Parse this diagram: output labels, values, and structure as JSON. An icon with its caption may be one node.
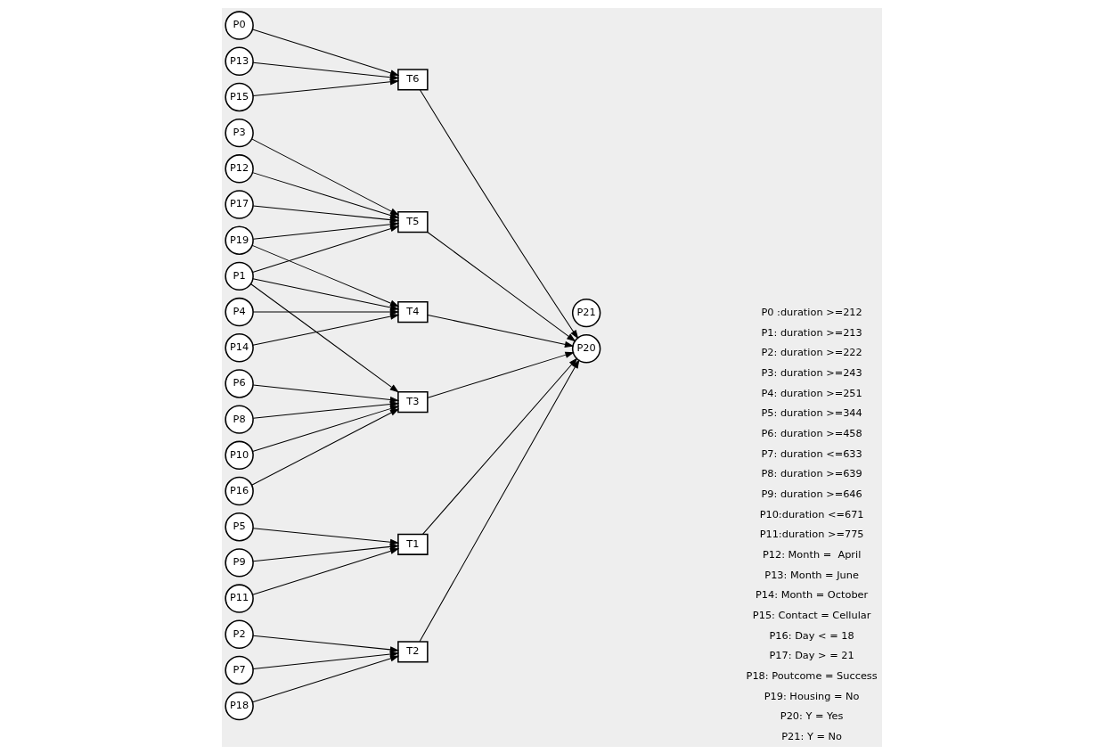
{
  "diagram": {
    "nodes": [
      {
        "text": [
          "P0"
        ]
      },
      {
        "text": [
          "P1"
        ]
      },
      {
        "text": [
          "P2"
        ]
      },
      {
        "text": [
          "P3"
        ]
      },
      {
        "text": [
          "P4"
        ]
      },
      {
        "text": [
          "P5"
        ]
      },
      {
        "text": [
          "P6"
        ]
      },
      {
        "text": [
          "P7"
        ]
      },
      {
        "text": [
          "P8"
        ]
      },
      {
        "text": [
          "P9"
        ]
      },
      {
        "text": [
          "P10"
        ]
      },
      {
        "text": [
          "P11"
        ]
      },
      {
        "text": [
          "P12"
        ]
      },
      {
        "text": [
          "P13"
        ]
      },
      {
        "text": [
          "P14"
        ]
      },
      {
        "text": [
          "P15"
        ]
      },
      {
        "text": [
          "P16"
        ]
      },
      {
        "text": [
          "P17"
        ]
      },
      {
        "text": [
          "P18"
        ]
      },
      {
        "text": [
          "P19"
        ]
      },
      {
        "text": [
          "T3"
        ]
      },
      {
        "text": [
          "T1"
        ]
      },
      {
        "text": [
          "T5"
        ]
      },
      {
        "text": [
          "T6"
        ]
      },
      {
        "text": [
          "T4"
        ]
      },
      {
        "text": [
          "T2"
        ]
      },
      {
        "text": [
          "P20"
        ]
      },
      {
        "text": [
          "P21"
        ]
      }
    ],
    "edges": [
      {
        "from": 0,
        "to": 23,
        "arrow": "to"
      },
      {
        "from": 1,
        "to": 20,
        "arrow": "to"
      },
      {
        "from": 1,
        "to": 22,
        "arrow": "to"
      },
      {
        "from": 1,
        "to": 24,
        "arrow": "to"
      },
      {
        "from": 2,
        "to": 25,
        "arrow": "to"
      },
      {
        "from": 3,
        "to": 22,
        "arrow": "to"
      },
      {
        "from": 4,
        "to": 24,
        "arrow": "to"
      },
      {
        "from": 5,
        "to": 21,
        "arrow": "to"
      },
      {
        "from": 6,
        "to": 20,
        "arrow": "to"
      },
      {
        "from": 7,
        "to": 25,
        "arrow": "to"
      },
      {
        "from": 8,
        "to": 20,
        "arrow": "to"
      },
      {
        "from": 9,
        "to": 21,
        "arrow": "to"
      },
      {
        "from": 10,
        "to": 20,
        "arrow": "to"
      },
      {
        "from": 11,
        "to": 21,
        "arrow": "to"
      },
      {
        "from": 12,
        "to": 22,
        "arrow": "to"
      },
      {
        "from": 13,
        "to": 23,
        "arrow": "to"
      },
      {
        "from": 14,
        "to": 24,
        "arrow": "to"
      },
      {
        "from": 15,
        "to": 23,
        "arrow": "to"
      },
      {
        "from": 16,
        "to": 20,
        "arrow": "to"
      },
      {
        "from": 17,
        "to": 22,
        "arrow": "to"
      },
      {
        "from": 18,
        "to": 25,
        "arrow": "to"
      },
      {
        "from": 19,
        "to": 22,
        "arrow": "to"
      },
      {
        "from": 19,
        "to": 24,
        "arrow": "to"
      },
      {
        "from": 20,
        "to": 26,
        "arrow": "to"
      },
      {
        "from": 21,
        "to": 26,
        "arrow": "to"
      },
      {
        "from": 22,
        "to": 26,
        "arrow": "to"
      },
      {
        "from": 23,
        "to": 26,
        "arrow": "to"
      },
      {
        "from": 24,
        "to": 26,
        "arrow": "to"
      },
      {
        "from": 25,
        "to": 26,
        "arrow": "to"
      }
    ],
    "labels": [
      "P0 :duration >=212",
      "P1: duration >=213",
      "P2: duration >=222",
      "P3: duration >=243",
      "P4: duration >=251",
      "P5: duration >=344",
      "P6: duration >=458",
      "P7: duration <=633",
      "P8: duration >=639",
      "P9: duration >=646",
      "P10:duration <=671",
      "P11:duration >=775",
      "P12: Month =  April",
      "P13: Month = June",
      "P14: Month = October",
      "P15: Contact = Cellular",
      "P16: Day < = 18",
      "P17: Day > = 21",
      "P18: Poutcome = Success",
      "P19: Housing = No",
      "P20: Y = Yes",
      "P21: Y = No"
    ]
  }
}
